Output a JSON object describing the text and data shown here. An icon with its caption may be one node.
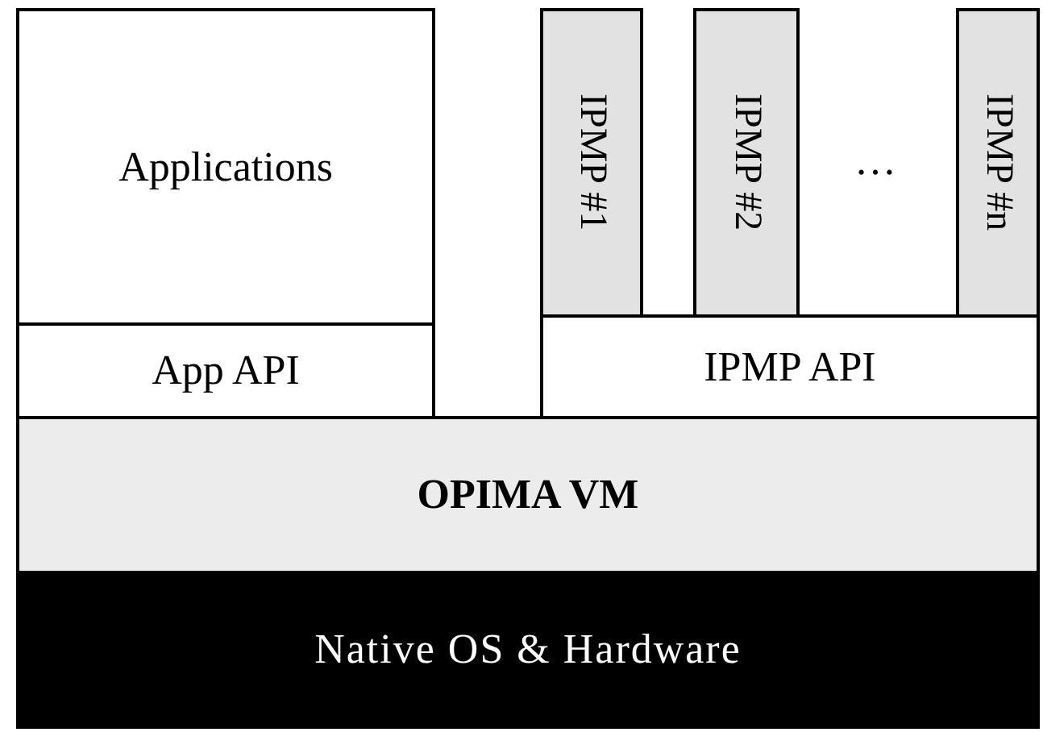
{
  "diagram": {
    "nodes": [
      {
        "text": [
          "Applications"
        ]
      },
      {
        "text": [
          "App API"
        ]
      },
      {
        "text": [
          "IPMP #1"
        ]
      },
      {
        "text": [
          "IPMP #2"
        ]
      },
      {
        "text": [
          "IPMP #n"
        ]
      },
      {
        "text": [
          "IPMP API"
        ]
      },
      {
        "text": [
          "OPIMA VM"
        ]
      },
      {
        "text": [
          "Native OS & Hardware"
        ]
      }
    ],
    "labels": [
      "…"
    ]
  }
}
